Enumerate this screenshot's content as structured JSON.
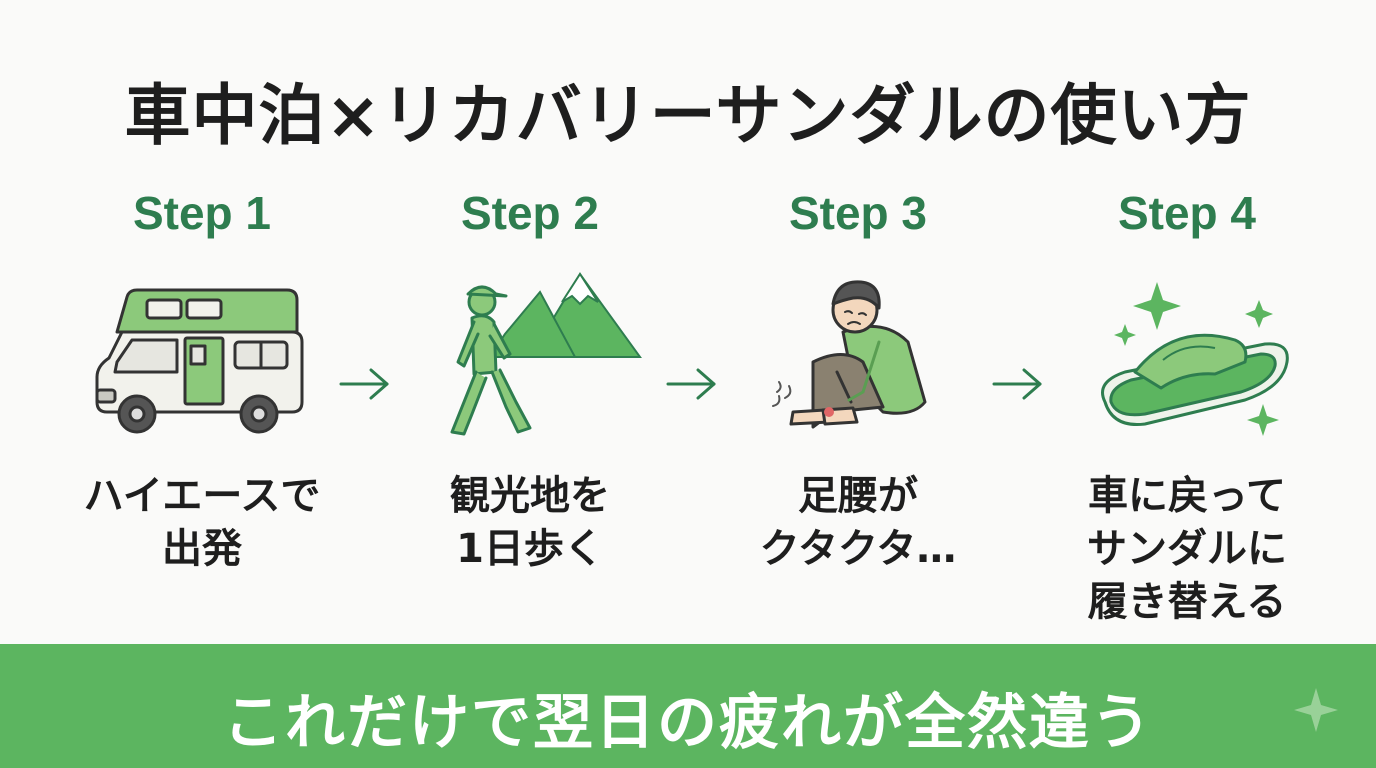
{
  "title": "車中泊×リカバリーサンダルの使い方",
  "steps": [
    {
      "label": "Step 1",
      "caption": [
        "ハイエースで",
        "出発"
      ],
      "icon": "camper-van-icon"
    },
    {
      "label": "Step 2",
      "caption": [
        "観光地を",
        "1日歩く"
      ],
      "icon": "hiker-mountain-icon"
    },
    {
      "label": "Step 3",
      "caption": [
        "足腰が",
        "クタクタ…"
      ],
      "icon": "tired-person-icon"
    },
    {
      "label": "Step 4",
      "caption": [
        "車に戻って",
        "サンダルに",
        "履き替える"
      ],
      "icon": "recovery-sandal-icon"
    }
  ],
  "banner": {
    "text": "これだけで翌日の疲れが全然違う"
  },
  "colors": {
    "accent": "#2e7d4f",
    "light_green": "#8cc97b",
    "banner": "#5cb560",
    "text": "#1e1e1e",
    "background": "#fafaf9"
  }
}
